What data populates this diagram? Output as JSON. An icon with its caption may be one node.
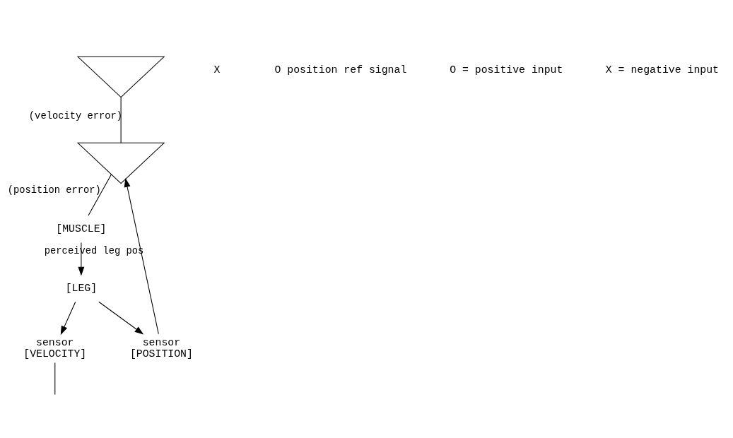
{
  "diagram": {
    "nodes": [
      {
        "text": [],
        "shape": "triangle"
      },
      {
        "text": [],
        "shape": "triangle"
      },
      {
        "text": [
          "sensor",
          "[VELOCITY]"
        ]
      },
      {
        "text": [
          "sensor",
          "[POSITION]"
        ]
      },
      {
        "text": [
          "[MUSCLE]"
        ]
      },
      {
        "text": [
          "[LEG]"
        ]
      }
    ],
    "edges": [
      {
        "from": 2,
        "to": null,
        "arrow": "none"
      },
      {
        "from": 0,
        "to": 1,
        "arrow": "none",
        "label": "(velocity error)"
      },
      {
        "from": 3,
        "to": 1,
        "arrow": "to",
        "label": "perceived leg pos"
      },
      {
        "from": 1,
        "to": 4,
        "arrow": "none",
        "label": "(position error)"
      },
      {
        "from": 4,
        "to": 5,
        "arrow": "to"
      },
      {
        "from": 5,
        "to": 2,
        "arrow": "to"
      },
      {
        "from": 5,
        "to": 3,
        "arrow": "to"
      }
    ],
    "labels": [
      "X",
      "O position ref signal",
      "O = positive input",
      "X = negative input"
    ]
  }
}
